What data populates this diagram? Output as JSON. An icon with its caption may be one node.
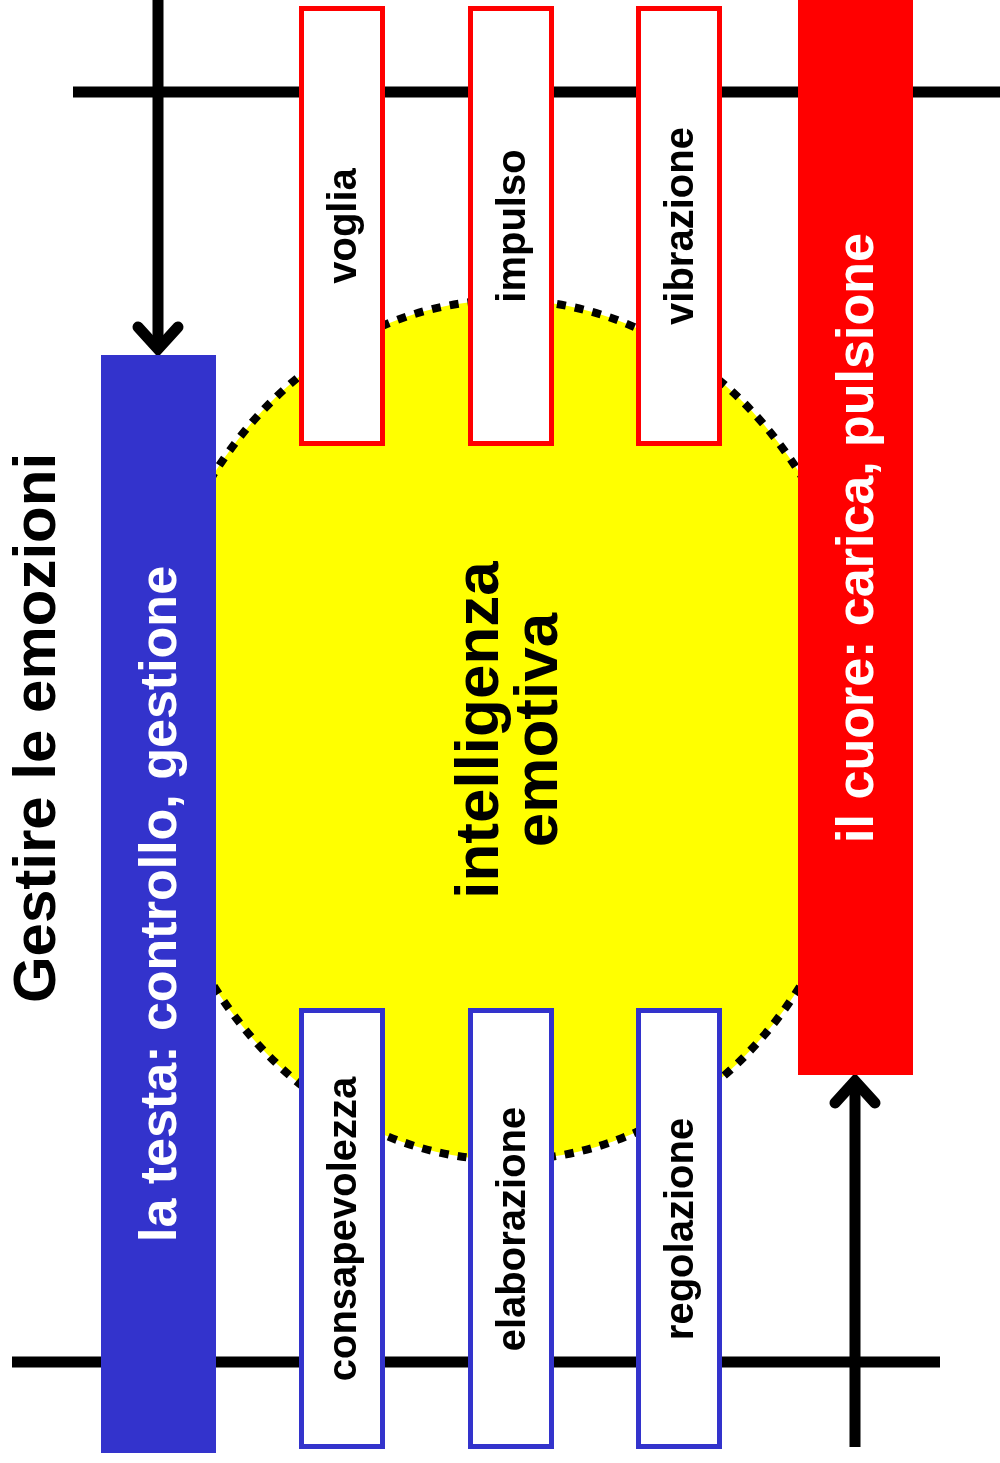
{
  "diagram": {
    "title": "Gestire le emozioni",
    "nodes": [
      {
        "text": [
          "la testa: controllo, gestione"
        ]
      },
      {
        "text": [
          "il cuore: carica, pulsione"
        ]
      },
      {
        "text": [
          "intelligenza emotiva"
        ]
      },
      {
        "text": [
          "voglia"
        ]
      },
      {
        "text": [
          "impulso"
        ]
      },
      {
        "text": [
          "vibrazione"
        ]
      },
      {
        "text": [
          "consapevolezza"
        ]
      },
      {
        "text": [
          "elaborazione"
        ]
      },
      {
        "text": [
          "regolazione"
        ]
      }
    ],
    "edges": [
      {
        "from": null,
        "to": 0,
        "arrow": "to"
      },
      {
        "from": null,
        "to": 1,
        "arrow": "to"
      }
    ]
  }
}
